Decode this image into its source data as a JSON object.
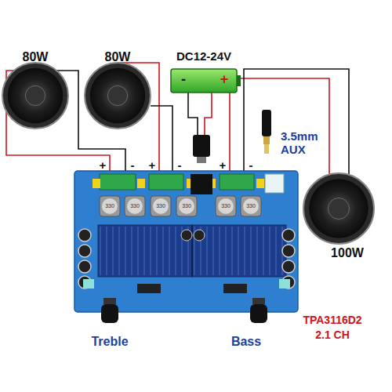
{
  "diagram": {
    "labels": [
      "80W",
      "80W",
      "DC12-24V",
      "3.5mm AUX",
      "100W",
      "Treble",
      "Bass",
      "TPA3116D2",
      "2.1 CH",
      "-",
      "+",
      "+",
      "-",
      "+",
      "-",
      "+",
      "-",
      "330",
      "330",
      "330",
      "330",
      "330",
      "330"
    ]
  }
}
